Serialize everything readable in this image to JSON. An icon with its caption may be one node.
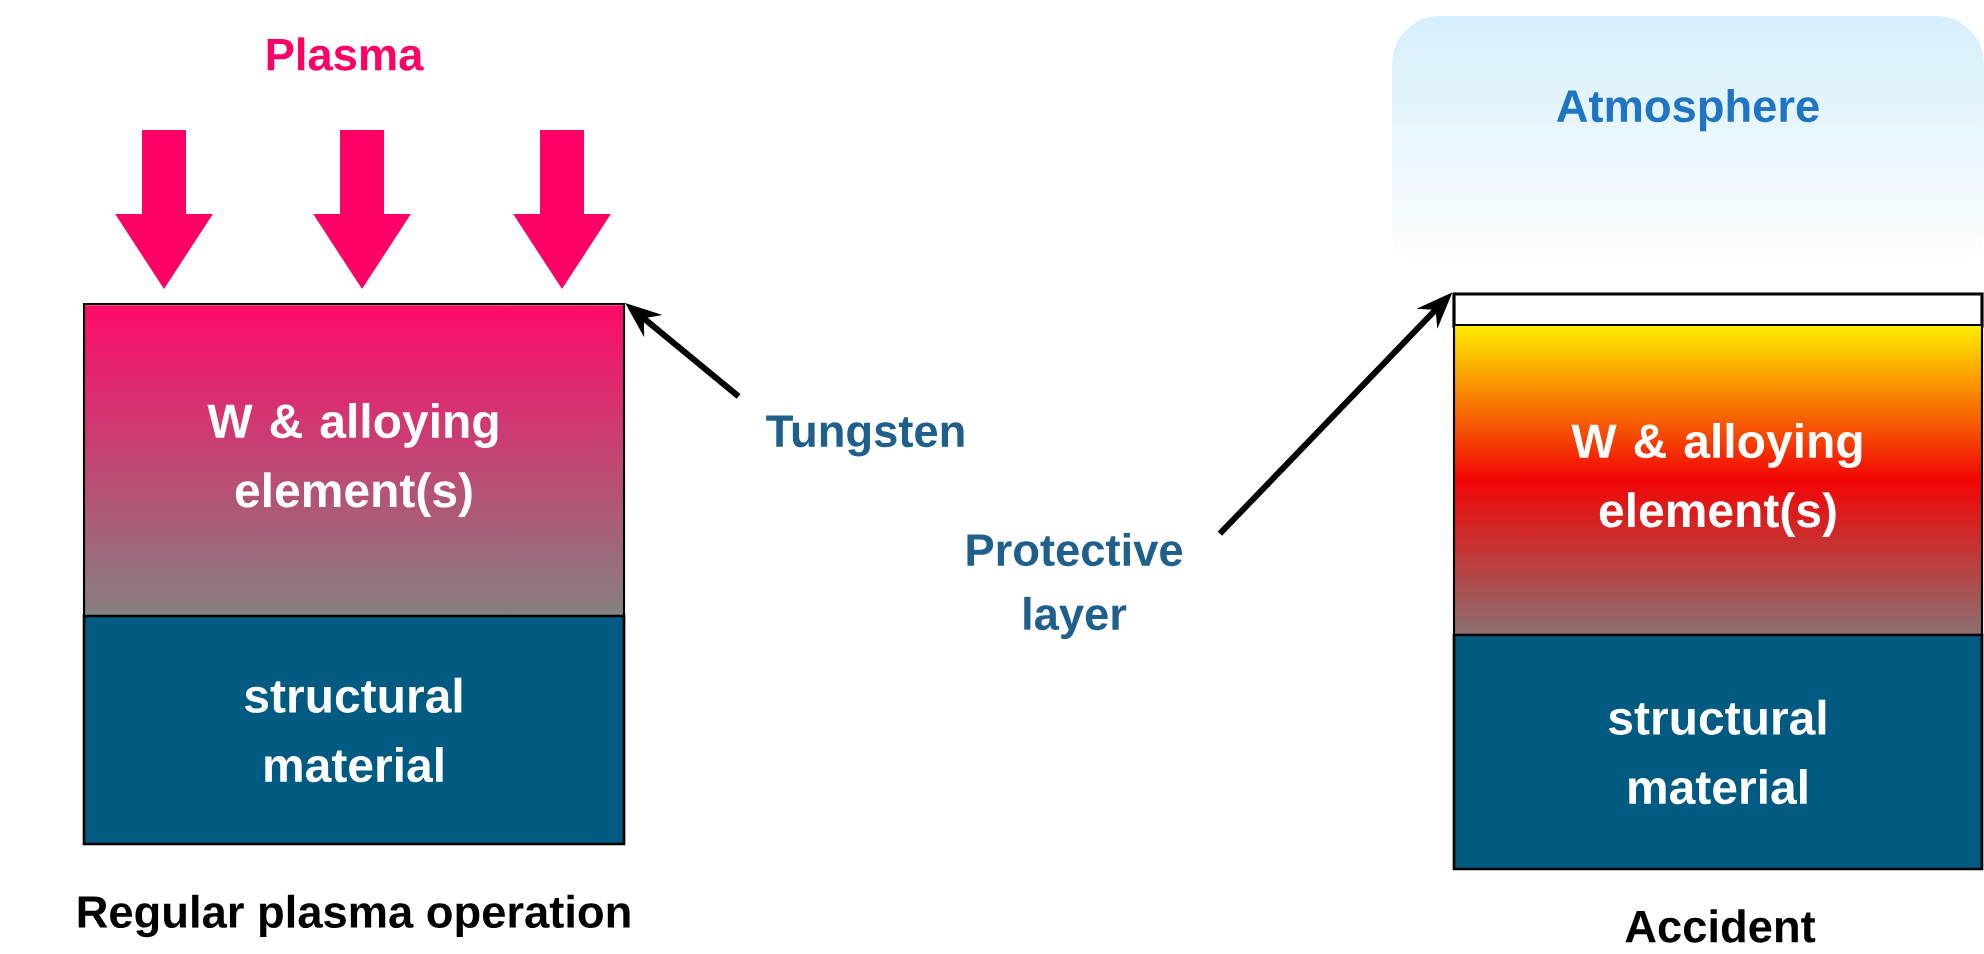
{
  "diagram": {
    "nodes": [
      {
        "text": [
          "W & alloying element(s)"
        ]
      },
      {
        "text": [
          "structural material"
        ]
      },
      {
        "text": [
          "Tungsten"
        ]
      },
      {
        "text": [
          "Protective layer"
        ]
      },
      {
        "text": [
          "Atmosphere"
        ]
      },
      {
        "text": [],
        "shape": "box"
      },
      {
        "text": [
          "W & alloying element(s)"
        ]
      },
      {
        "text": [
          "structural material"
        ]
      }
    ],
    "edges": [
      {
        "from": 2,
        "to": 0,
        "arrow": "to"
      },
      {
        "from": 3,
        "to": 5,
        "arrow": "to"
      }
    ],
    "labels": [
      "Plasma",
      "Regular plasma operation",
      "Accident"
    ]
  }
}
